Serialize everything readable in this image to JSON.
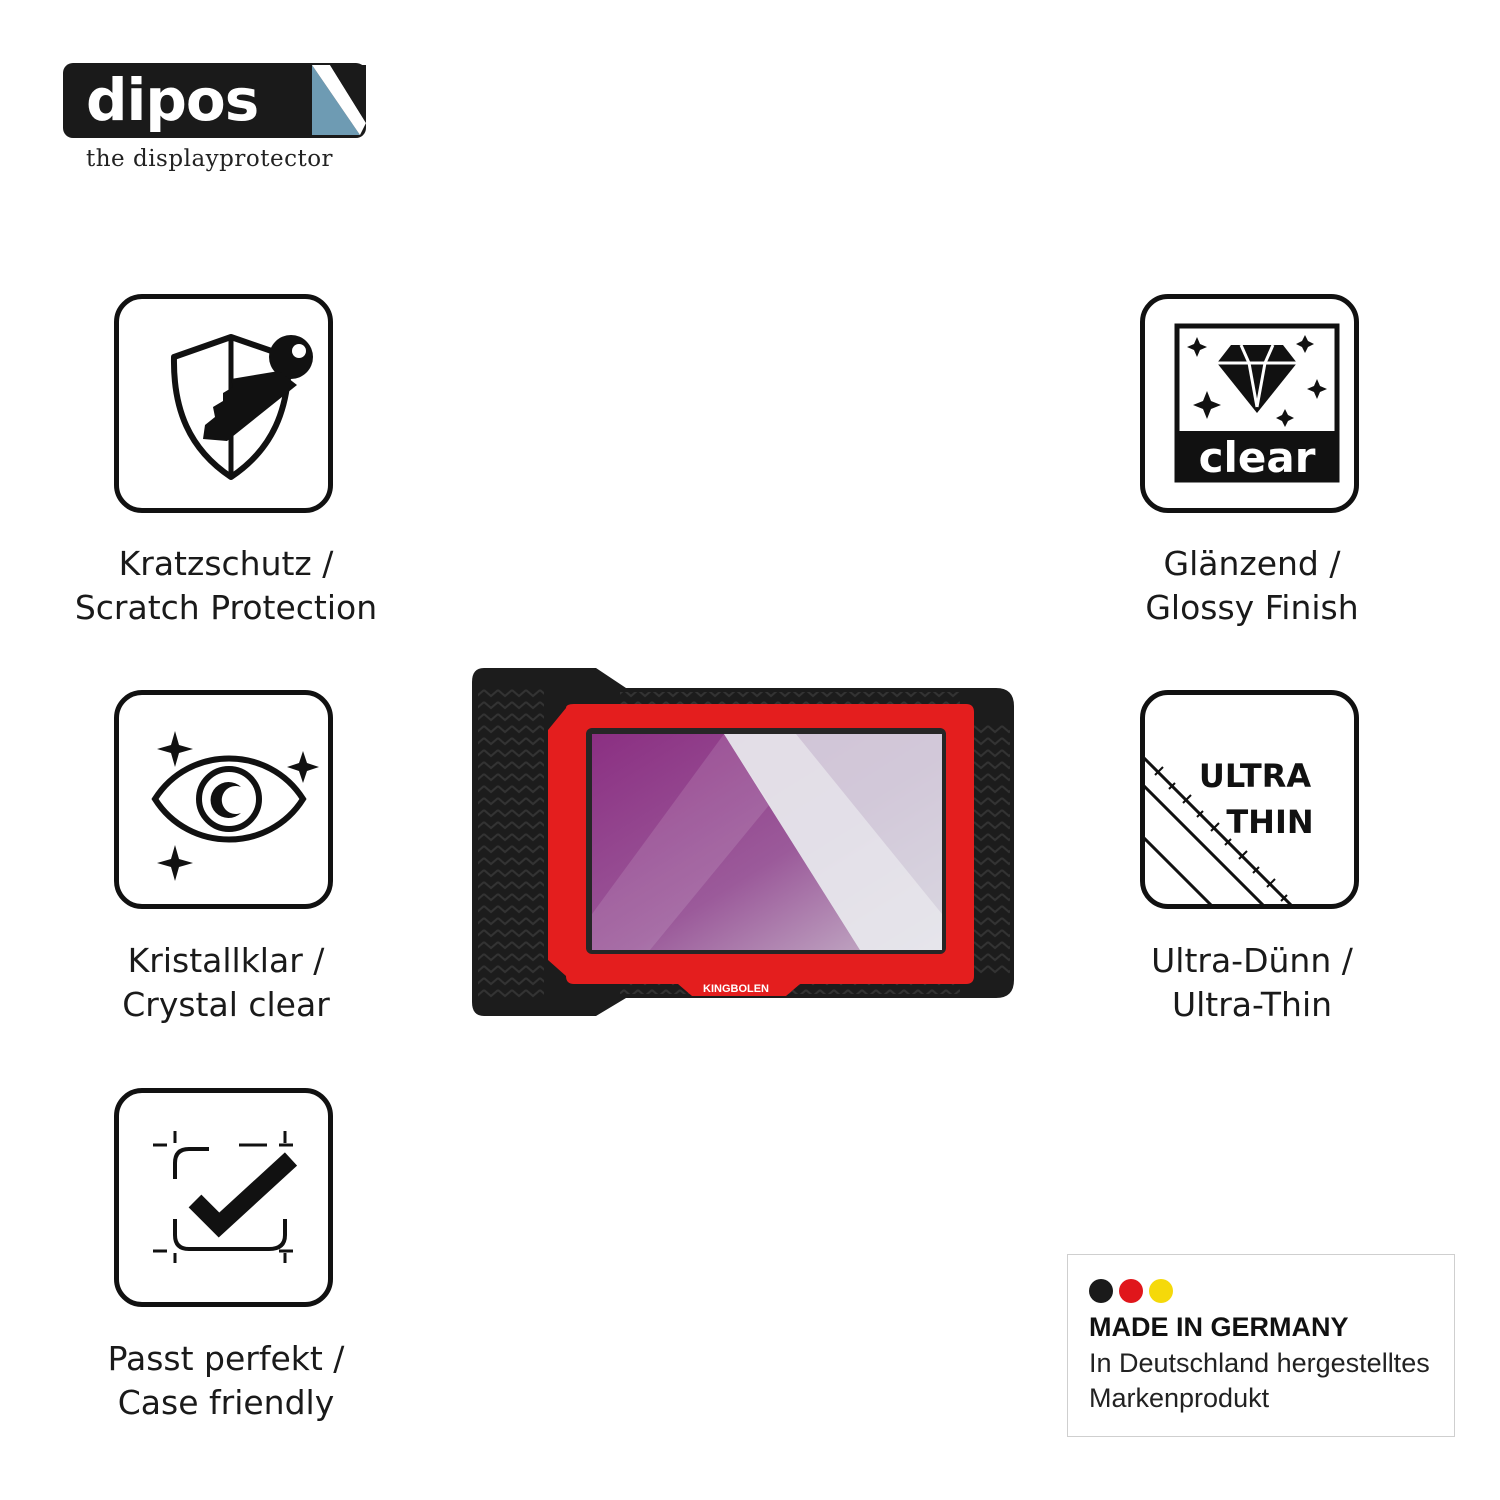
{
  "brand": {
    "name": "dipos",
    "tagline": "the displayprotector"
  },
  "features": {
    "scratch": {
      "line1": "Kratzschutz /",
      "line2": "Scratch Protection"
    },
    "crystal": {
      "line1": "Kristallklar /",
      "line2": "Crystal clear"
    },
    "case": {
      "line1": "Passt perfekt /",
      "line2": "Case friendly"
    },
    "glossy": {
      "line1": "Glänzend /",
      "line2": "Glossy Finish",
      "badge_text": "clear"
    },
    "thin": {
      "line1": "Ultra-Dünn /",
      "line2": "Ultra-Thin",
      "badge_line1": "ULTRA",
      "badge_line2": "THIN"
    }
  },
  "device": {
    "brand_label": "KINGBOLEN",
    "colors": {
      "body": "#1c1c1c",
      "frame": "#e41e1e",
      "screen_purple": "#8a3a86"
    }
  },
  "made_in_germany": {
    "title": "MADE IN GERMANY",
    "line1": "In Deutschland hergestelltes",
    "line2": "Markenprodukt",
    "flag_colors": [
      "#1a1a1a",
      "#e0161b",
      "#f5d90a"
    ]
  },
  "icons": [
    "shield-key-icon",
    "eye-sparkle-icon",
    "check-frame-icon",
    "diamond-clear-icon",
    "ultra-thin-ruler-icon",
    "peel-corner-icon"
  ]
}
